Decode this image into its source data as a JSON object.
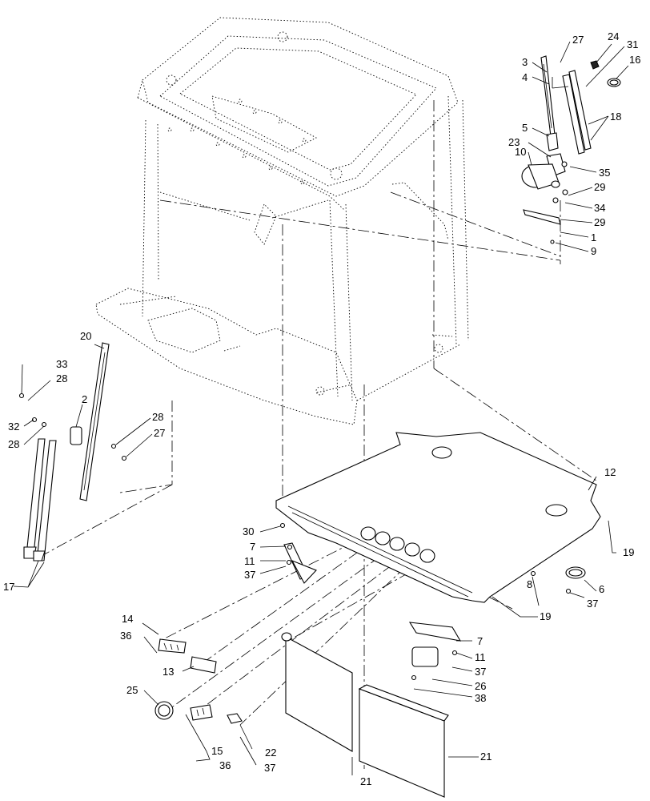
{
  "callouts": {
    "c27a": "27",
    "c24": "24",
    "c31": "31",
    "c16": "16",
    "c3": "3",
    "c4": "4",
    "c18": "18",
    "c5": "5",
    "c23": "23",
    "c10": "10",
    "c35": "35",
    "c29a": "29",
    "c34": "34",
    "c29b": "29",
    "c1": "1",
    "c9": "9",
    "c20": "20",
    "c33": "33",
    "c28a": "28",
    "c2": "2",
    "c32": "32",
    "c28b": "28",
    "c28c": "28",
    "c27b": "27",
    "c17": "17",
    "c12": "12",
    "c30": "30",
    "c7a": "7",
    "c11a": "11",
    "c37a": "37",
    "c19a": "19",
    "c8": "8",
    "c6": "6",
    "c37b": "37",
    "c19b": "19",
    "c14": "14",
    "c36a": "36",
    "c13": "13",
    "c7b": "7",
    "c11b": "11",
    "c37c": "37",
    "c26": "26",
    "c38": "38",
    "c25": "25",
    "c15": "15",
    "c36b": "36",
    "c22": "22",
    "c37d": "37",
    "c21a": "21",
    "c21b": "21"
  }
}
